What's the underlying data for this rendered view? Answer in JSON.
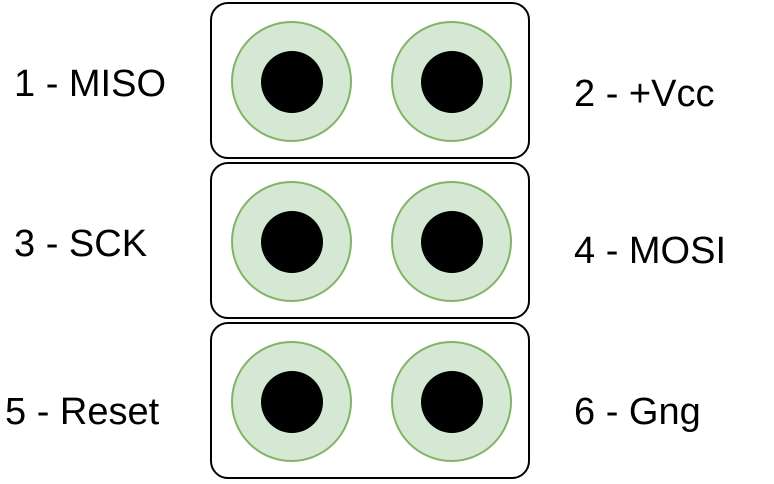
{
  "diagram": {
    "colors": {
      "pin_fill": "#d5e8d4",
      "pin_stroke": "#82b366",
      "hole": "#000000",
      "block_border": "#000000"
    },
    "labels": {
      "pin1": "1 - MISO",
      "pin2": "2 - +Vcc",
      "pin3": "3 - SCK",
      "pin4": "4 - MOSI",
      "pin5": "5 - Reset",
      "pin6": "6 - Gng"
    }
  }
}
